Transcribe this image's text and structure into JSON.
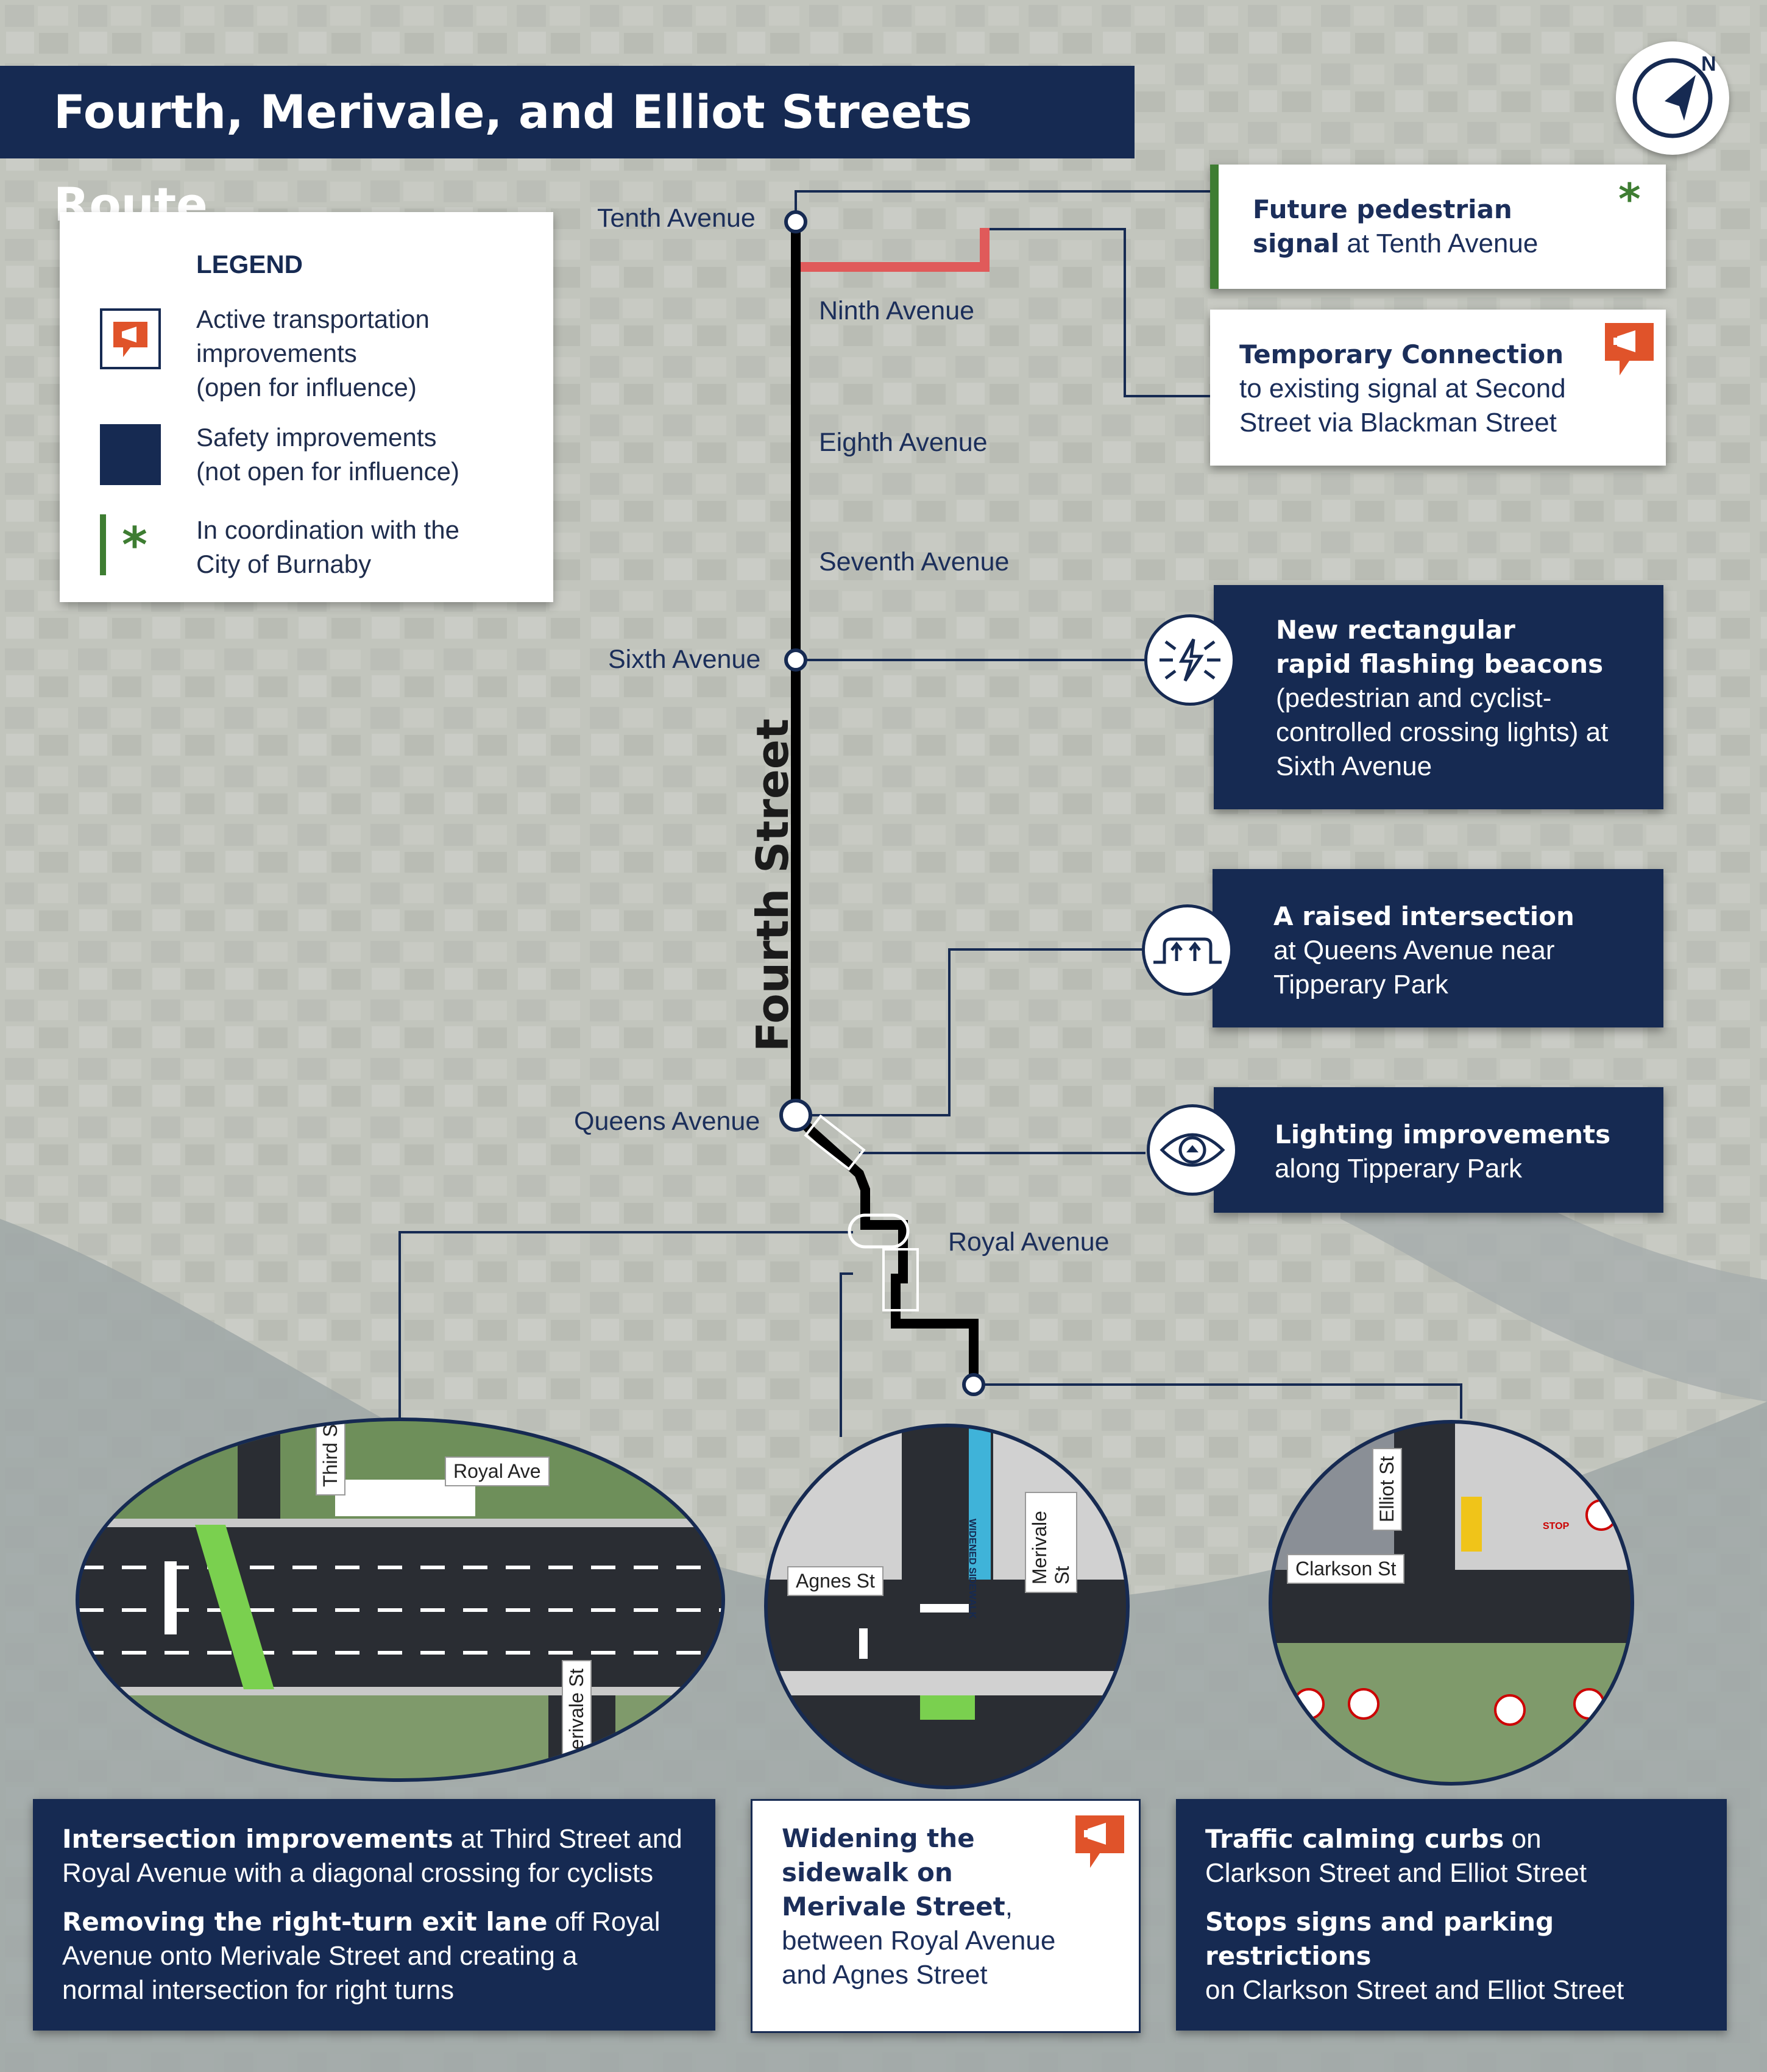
{
  "title": "Fourth, Merivale, and Elliot Streets Route",
  "compass": {
    "icon": "north-compass-icon",
    "letter": "N"
  },
  "legend": {
    "title": "LEGEND",
    "items": [
      {
        "icon": "megaphone-icon",
        "lines": [
          "Active transportation",
          "improvements",
          "(open for influence)"
        ]
      },
      {
        "icon": "navy-square-icon",
        "lines": [
          "Safety improvements",
          "(not open for influence)"
        ]
      },
      {
        "icon": "green-asterisk-icon",
        "lines": [
          "In coordination with the",
          "City of Burnaby"
        ]
      }
    ]
  },
  "streets": {
    "tenth": "Tenth Avenue",
    "ninth": "Ninth Avenue",
    "eighth": "Eighth Avenue",
    "seventh": "Seventh Avenue",
    "sixth": "Sixth Avenue",
    "fourth": "Fourth Street",
    "queens": "Queens Avenue",
    "royal": "Royal Avenue"
  },
  "callouts": {
    "pedestrian_signal": {
      "bold": "Future pedestrian signal",
      "rest": " at Tenth Avenue",
      "line1": "Future pedestrian",
      "line2_bold": "signal",
      "line2_rest": " at Tenth Avenue",
      "icon": "green-asterisk-icon"
    },
    "temporary": {
      "bold": "Temporary Connection",
      "lines": [
        "to existing signal at Second",
        "Street via Blackman Street"
      ],
      "icon": "megaphone-icon"
    },
    "beacons": {
      "bold_lines": [
        "New rectangular",
        "rapid flashing beacons"
      ],
      "lines": [
        "(pedestrian and cyclist-",
        "controlled crossing lights) at",
        "Sixth Avenue"
      ],
      "icon": "flashing-beacon-icon"
    },
    "raised": {
      "bold": "A raised intersection",
      "lines": [
        "at Queens Avenue near",
        "Tipperary Park"
      ],
      "icon": "raised-intersection-icon"
    },
    "lighting": {
      "bold": "Lighting improvements",
      "lines": [
        "along Tipperary Park"
      ],
      "icon": "eye-icon"
    }
  },
  "ovals": {
    "left": {
      "labels": {
        "third": "Third St",
        "royal": "Royal Ave",
        "merivale": "Merivale St"
      }
    },
    "middle": {
      "labels": {
        "agnes": "Agnes St",
        "merivale": "Merivale St",
        "sidewalk": "WIDENED SIDEWALK"
      }
    },
    "right": {
      "labels": {
        "elliot": "Elliot St",
        "clarkson": "Clarkson St",
        "stop": "STOP"
      }
    }
  },
  "bottom": {
    "left": {
      "p1_bold": "Intersection improvements",
      "p1_rest": " at Third Street and",
      "p1_line2": "Royal Avenue with a diagonal crossing for cyclists",
      "p2_bold": "Removing the right-turn exit lane",
      "p2_rest": " off Royal",
      "p2_line2": "Avenue onto Merivale Street and creating a",
      "p2_line3": "normal intersection for right turns"
    },
    "middle": {
      "bold_lines": [
        "Widening the",
        "sidewalk on",
        "Merivale Street"
      ],
      "tail": ",",
      "lines": [
        "between Royal Avenue",
        "and Agnes Street"
      ],
      "icon": "megaphone-icon"
    },
    "right": {
      "p1_bold": "Traffic calming curbs",
      "p1_rest": " on",
      "p1_line2": "Clarkson Street and Elliot Street",
      "p2_bold": "Stops signs and parking restrictions",
      "p2_line2": "on Clarkson Street and Elliot Street"
    }
  },
  "colors": {
    "navy": "#162a52",
    "accent_orange": "#e0532a",
    "green": "#3e7d32",
    "route_red": "#e05a5a"
  }
}
